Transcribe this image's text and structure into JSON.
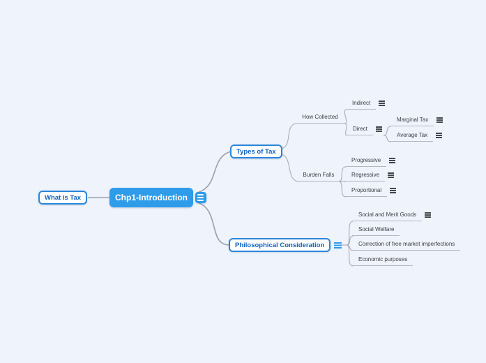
{
  "colors": {
    "background": "#eff3fb",
    "root_fill": "#2e9ce9",
    "root_text": "#ffffff",
    "primary_border": "#2b86da",
    "primary_text": "#1161c0",
    "branch_line": "#9aa1aa",
    "underline": "#b2b7c0",
    "leaf_text": "#3b3e42",
    "notes_icon_dark": "#43474b"
  },
  "icons": {
    "root_notes": "notes-icon (hamburger lines, white on blue)",
    "leaf_notes": "notes-icon (dark hamburger lines)",
    "primary_notes": "notes-icon (blue hamburger lines)"
  },
  "mindmap": {
    "root": {
      "label": "Chp1-Introduction",
      "has_notes": true
    },
    "left_children": [
      {
        "label": "What is Tax"
      }
    ],
    "right_children": [
      {
        "label": "Types of Tax",
        "children": [
          {
            "label": "How Collected",
            "children": [
              {
                "label": "Indirect",
                "has_notes": true
              },
              {
                "label": "Direct",
                "has_notes": true,
                "children": [
                  {
                    "label": "Marginal Tax",
                    "has_notes": true
                  },
                  {
                    "label": "Average Tax",
                    "has_notes": true
                  }
                ]
              }
            ]
          },
          {
            "label": "Burden Falls",
            "children": [
              {
                "label": "Progressive",
                "has_notes": true
              },
              {
                "label": "Regressive",
                "has_notes": true
              },
              {
                "label": "Proportional",
                "has_notes": true
              }
            ]
          }
        ]
      },
      {
        "label": "Philosophical Consideration",
        "has_notes": true,
        "children": [
          {
            "label": "Social and Merit Goods",
            "has_notes": true
          },
          {
            "label": "Social Welfare"
          },
          {
            "label": "Correction of free market imperfections"
          },
          {
            "label": "Economic purposes"
          }
        ]
      }
    ]
  }
}
